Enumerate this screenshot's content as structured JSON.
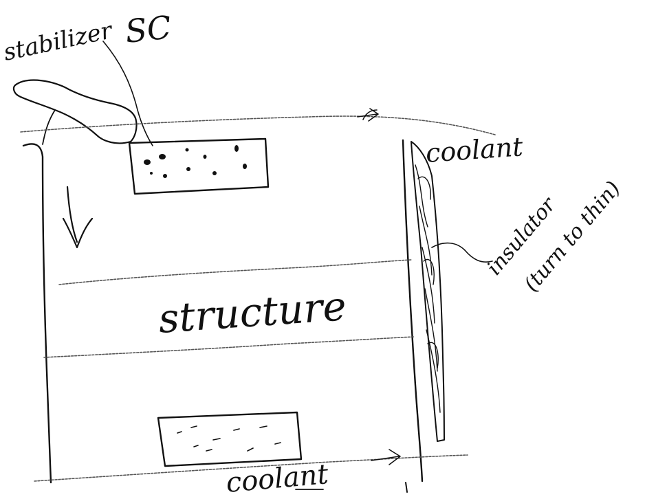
{
  "labels": {
    "stabilizer": "stabilizer",
    "sc": "SC",
    "coolant_top": "coolant",
    "insulator": "insulator",
    "turn_note": "(turn to thin)",
    "structure": "structure",
    "coolant_bottom": "coolant"
  },
  "colors": {
    "ink": "#111111",
    "paper": "#ffffff"
  }
}
